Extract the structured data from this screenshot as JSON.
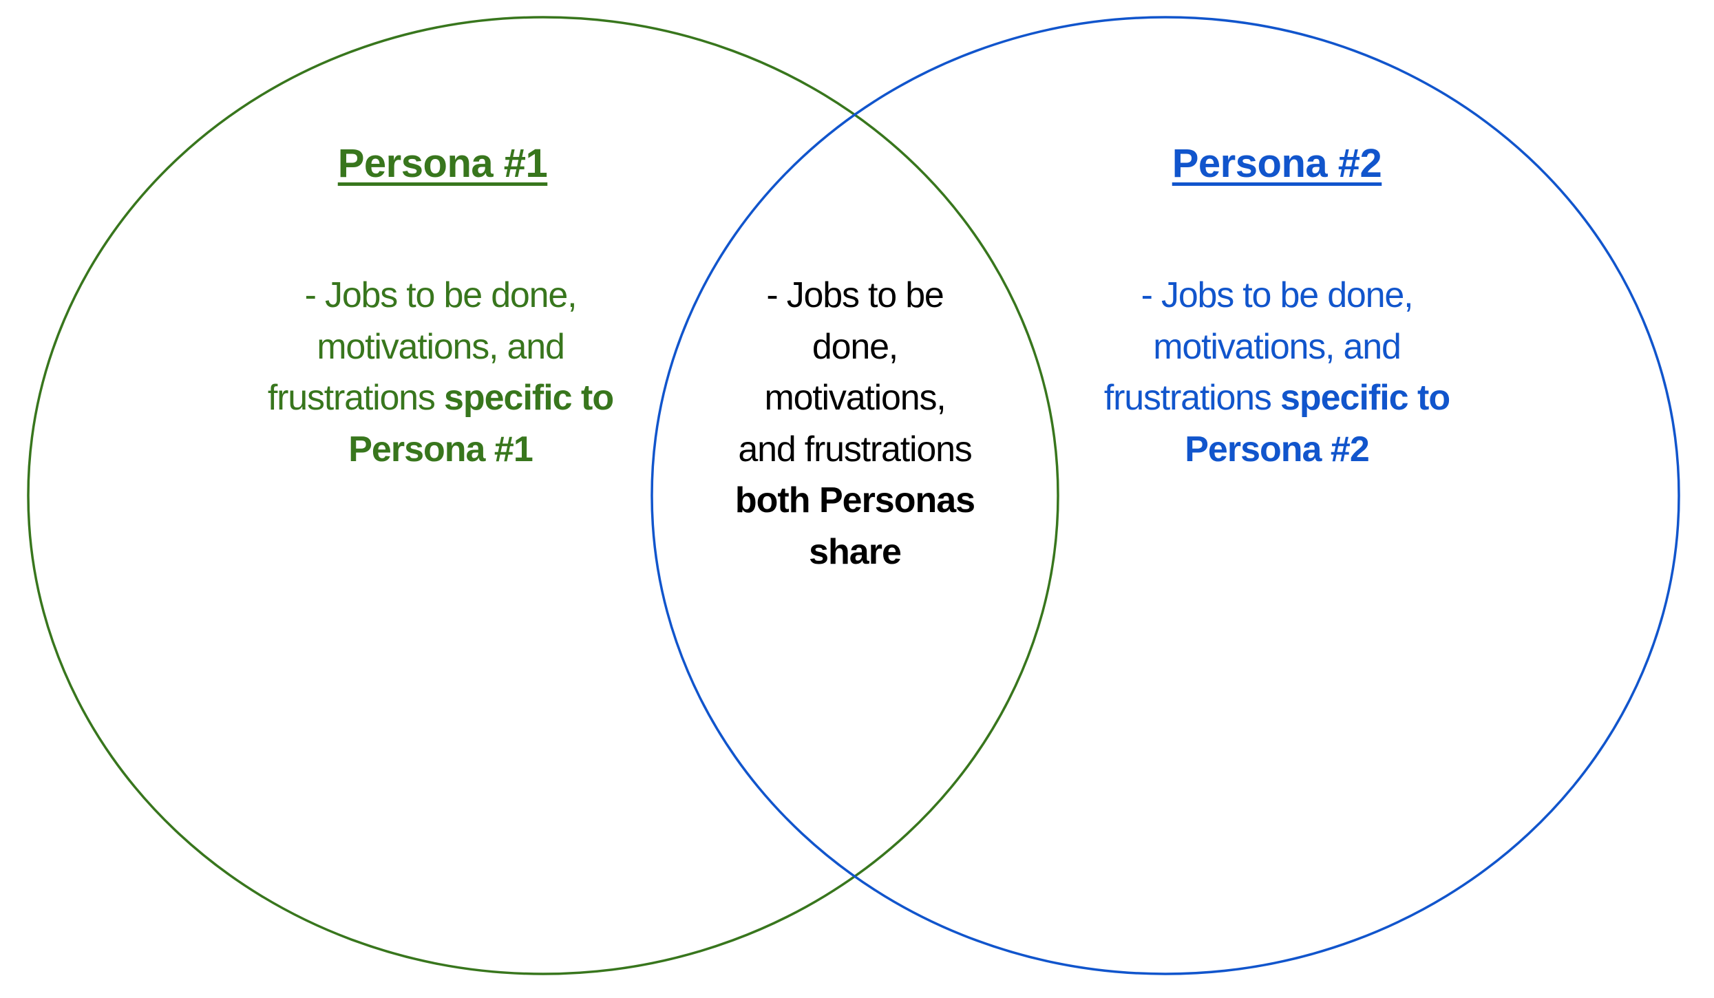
{
  "colors": {
    "persona1": "#38761d",
    "persona2": "#1155cc",
    "shared": "#000000",
    "background": "#ffffff"
  },
  "diagram": {
    "type": "venn",
    "circles": [
      {
        "id": "persona1",
        "label": "Persona #1",
        "stroke": "#38761d"
      },
      {
        "id": "persona2",
        "label": "Persona #2",
        "stroke": "#1155cc"
      }
    ]
  },
  "persona1": {
    "title": "Persona #1",
    "lines": [
      {
        "regular": "- Jobs to be done,",
        "bold": ""
      },
      {
        "regular": "motivations, and",
        "bold": ""
      },
      {
        "regular": "frustrations ",
        "bold": "specific to"
      },
      {
        "regular": "",
        "bold": "Persona #1"
      }
    ]
  },
  "shared": {
    "lines": [
      {
        "regular": "- Jobs to be",
        "bold": ""
      },
      {
        "regular": "done,",
        "bold": ""
      },
      {
        "regular": "motivations,",
        "bold": ""
      },
      {
        "regular": "and frustrations",
        "bold": ""
      },
      {
        "regular": "",
        "bold": "both Personas"
      },
      {
        "regular": "",
        "bold": "share"
      }
    ]
  },
  "persona2": {
    "title": "Persona #2",
    "lines": [
      {
        "regular": "- Jobs to be done,",
        "bold": ""
      },
      {
        "regular": "motivations, and",
        "bold": ""
      },
      {
        "regular": "frustrations ",
        "bold": "specific to"
      },
      {
        "regular": "",
        "bold": "Persona #2"
      }
    ]
  }
}
